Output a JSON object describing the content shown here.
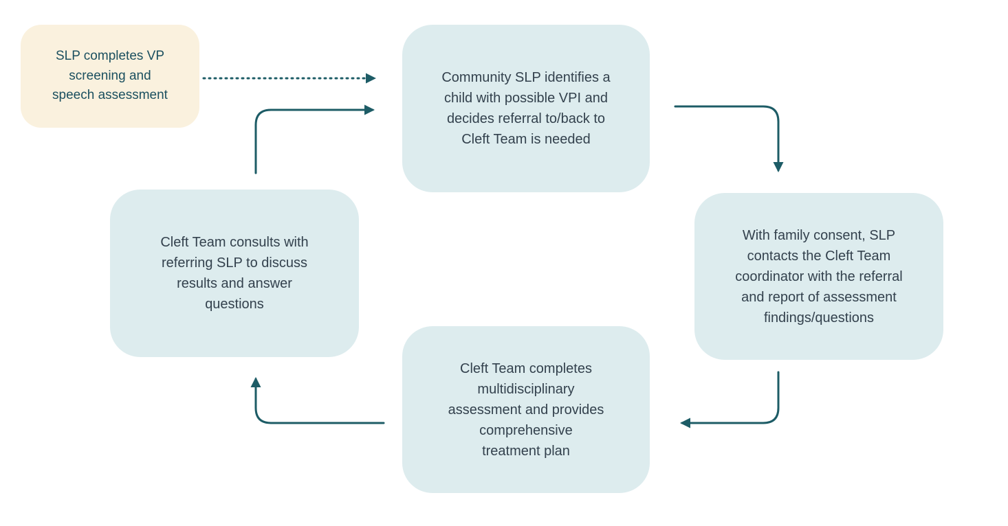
{
  "diagram": {
    "type": "cyclic-flowchart",
    "nodes": [
      {
        "id": "slp-screening",
        "label": "SLP completes VP screening and speech assessment",
        "lines": [
          "SLP completes VP",
          "screening and",
          "speech assessment"
        ],
        "shape": "rounded-rect",
        "fill": "cream"
      },
      {
        "id": "community-slp-identifies",
        "label": "Community SLP identifies a child with possible VPI and decides referral to/back to Cleft Team is needed",
        "lines": [
          "Community SLP identifies a",
          "child with possible VPI and",
          "decides referral to/back to",
          "Cleft Team is needed"
        ],
        "shape": "rounded-rect",
        "fill": "teal"
      },
      {
        "id": "family-consent-contact",
        "label": "With family consent, SLP contacts the Cleft Team coordinator with the referral and report of assessment findings/questions",
        "lines": [
          "With family consent, SLP",
          "contacts the Cleft Team",
          "coordinator with the referral",
          "and report of assessment",
          "findings/questions"
        ],
        "shape": "rounded-rect",
        "fill": "teal"
      },
      {
        "id": "cleft-team-assessment",
        "label": "Cleft Team completes multidisciplinary assessment and provides comprehensive treatment plan",
        "lines": [
          "Cleft Team completes",
          "multidisciplinary",
          "assessment and provides",
          "comprehensive",
          "treatment plan"
        ],
        "shape": "rounded-rect",
        "fill": "teal"
      },
      {
        "id": "cleft-team-consults",
        "label": "Cleft Team consults with referring SLP to discuss results and answer questions",
        "lines": [
          "Cleft Team consults with",
          "referring SLP to discuss",
          "results and answer",
          "questions"
        ],
        "shape": "rounded-rect",
        "fill": "teal"
      }
    ],
    "edges": [
      {
        "from": "slp-screening",
        "to": "community-slp-identifies",
        "style": "dotted",
        "direction": "right"
      },
      {
        "from": "cleft-team-consults",
        "to": "community-slp-identifies",
        "style": "solid",
        "direction": "up-then-right"
      },
      {
        "from": "community-slp-identifies",
        "to": "family-consent-contact",
        "style": "solid",
        "direction": "right-then-down"
      },
      {
        "from": "family-consent-contact",
        "to": "cleft-team-assessment",
        "style": "solid",
        "direction": "down-then-left"
      },
      {
        "from": "cleft-team-assessment",
        "to": "cleft-team-consults",
        "style": "solid",
        "direction": "left-then-up"
      }
    ],
    "colors": {
      "arrow": "#1d5c66",
      "teal_node_bg": "#ddecee",
      "cream_node_bg": "#faf1de",
      "node_text": "#33414d",
      "cream_node_text": "#1b4f5f",
      "background": "#ffffff"
    }
  }
}
